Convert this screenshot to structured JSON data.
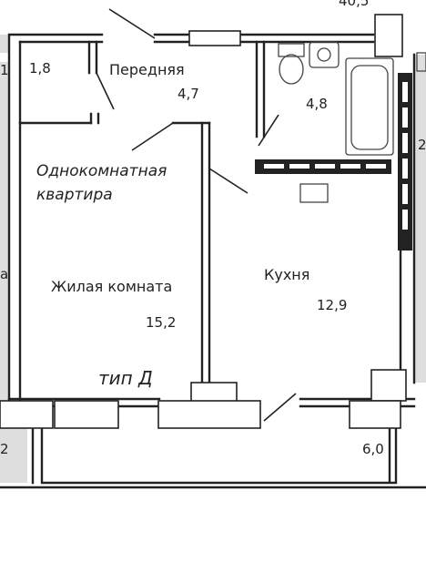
{
  "plan": {
    "title_line1": "Однокомнатная",
    "title_line2": "квартира",
    "type_label": "тип Д",
    "rooms": {
      "hallway": {
        "name": "Передняя",
        "area": "4,7"
      },
      "bathroom": {
        "area": "4,8"
      },
      "living_room": {
        "name": "Жилая комната",
        "area": "15,2"
      },
      "kitchen": {
        "name": "Кухня",
        "area": "12,9"
      },
      "left_closet": {
        "area": "1,8"
      },
      "balcony": {
        "area": "6,0"
      }
    },
    "edge_fragments": {
      "top_right": "40,5",
      "left_top": "1",
      "left_mid": "а",
      "left_bottom": "2",
      "right_mid": "2"
    }
  },
  "colors": {
    "wall": "#222222",
    "background": "#ffffff",
    "neighbor": "#dedede",
    "fixture_stroke": "#444444"
  }
}
